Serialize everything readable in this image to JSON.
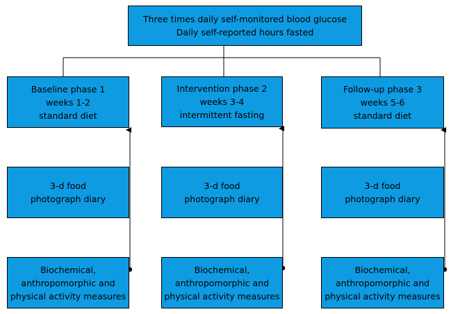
{
  "colors": {
    "box_fill": "#0f9be1",
    "outline": "#000000",
    "background": "#ffffff"
  },
  "top": {
    "lines": [
      "Three times daily self-monitored blood glucose",
      "Daily self-reported hours fasted"
    ]
  },
  "phases": [
    {
      "lines": [
        "Baseline phase 1",
        "weeks 1-2",
        "standard diet"
      ],
      "diary": [
        "3-d food",
        "photograph diary"
      ],
      "measures": [
        "Biochemical,",
        "anthropomorphic and",
        "physical activity measures"
      ]
    },
    {
      "lines": [
        "Intervention phase 2",
        "weeks 3-4",
        "intermittent fasting"
      ],
      "diary": [
        "3-d food",
        "photograph diary"
      ],
      "measures": [
        "Biochemical,",
        "anthropomorphic and",
        "physical activity measures"
      ]
    },
    {
      "lines": [
        "Follow-up phase 3",
        "weeks 5-6",
        "standard diet"
      ],
      "diary": [
        "3-d food",
        "photograph diary"
      ],
      "measures": [
        "Biochemical,",
        "anthropomorphic and",
        "physical activity measures"
      ]
    }
  ]
}
